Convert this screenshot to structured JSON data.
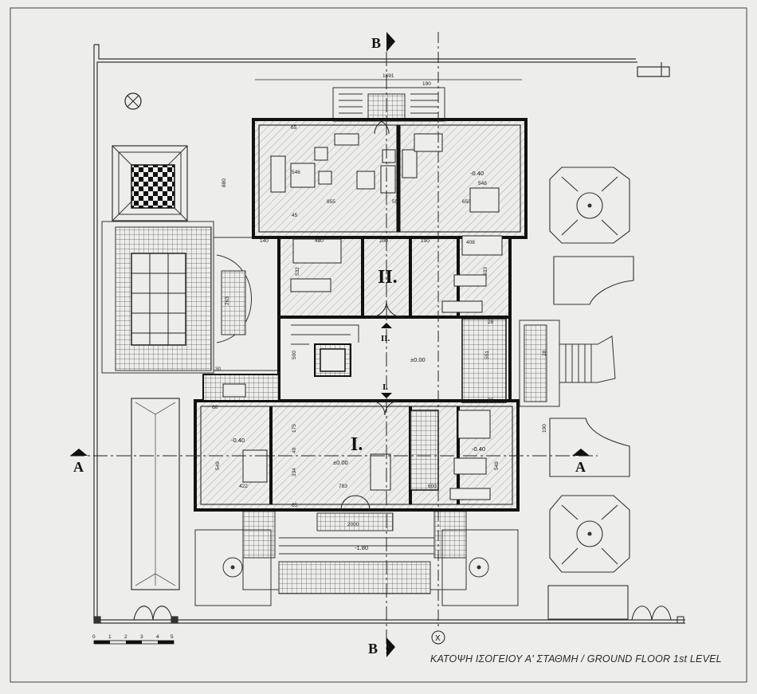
{
  "title": "ΚΑΤΟΨΗ ΙΣΟΓΕΙΟΥ Α' ΣΤΑΘΜΗ / GROUND FLOOR 1st LEVEL",
  "section_marks": {
    "a": "A",
    "b": "B",
    "x": "X"
  },
  "wings": {
    "upper": "II.",
    "lower": "I."
  },
  "entry_marks": {
    "upper": "II.",
    "lower": "I."
  },
  "scale_bar": [
    "0",
    "1",
    "2",
    "3",
    "4",
    "5"
  ],
  "levels": {
    "upper_right": "-0.40",
    "lower_left": "-0.40",
    "lower_right": "-0.40",
    "hall": "±0.00",
    "lower_center": "±0.00",
    "terrace": "-1.80"
  },
  "dimensions": {
    "top_total": "1691",
    "top_offset": "190",
    "site_left": "880",
    "upper_room_left": "546",
    "upper_room_right": "548",
    "upper_width_left": "855",
    "upper_width_right": "650",
    "upper_bay_a": "65",
    "upper_bay_b": "45",
    "upper_bay_c": "55",
    "upper_mid_a": "140",
    "upper_mid_b": "480",
    "upper_mid_c": "200",
    "upper_mid_d": "190",
    "upper_mid_e": "408",
    "upper_stair": "532",
    "upper_right_room": "533",
    "left_court": "263",
    "hall_depth": "500",
    "right_hall_a": "551",
    "right_hall_b": "28",
    "right_hall_c": "32",
    "porch_width": "28",
    "lower_left_depth": "549",
    "lower_right_depth": "549",
    "lower_left_width": "422",
    "lower_center_width": "783",
    "lower_right_width": "600",
    "lower_top_a": "175",
    "lower_top_b": "40",
    "lower_mid": "334",
    "lower_edge_a": "60",
    "lower_edge_b": "30",
    "lower_step": "65",
    "right_side": "190",
    "bottom_total": "2000"
  }
}
